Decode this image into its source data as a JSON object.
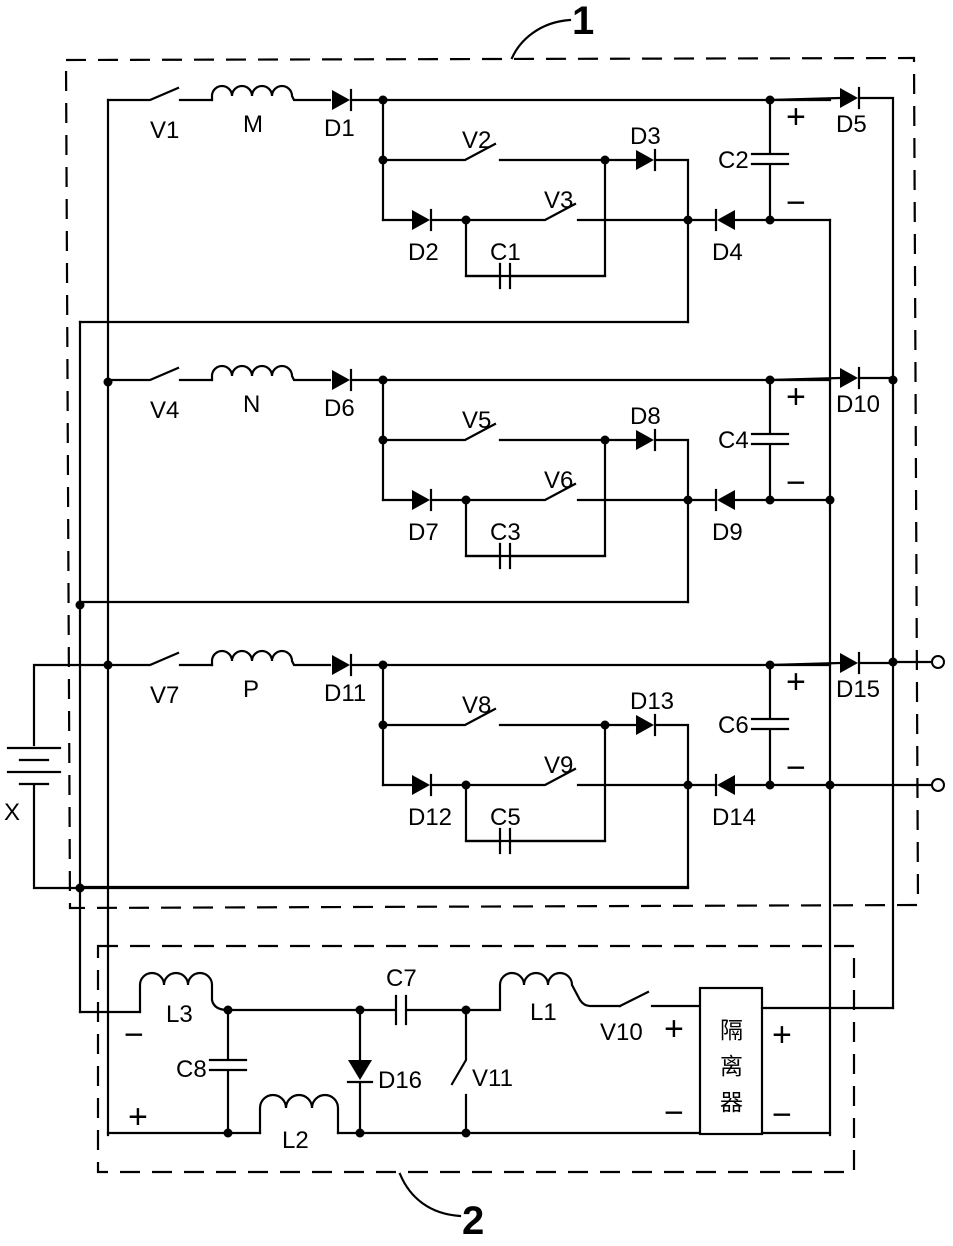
{
  "callouts": {
    "box1": "1",
    "box2": "2"
  },
  "battery": "X",
  "stages": [
    {
      "switch_in": "V1",
      "inductor": "M",
      "d_in": "D1",
      "sw_a": "V2",
      "d_a": "D3",
      "d_b": "D2",
      "sw_b": "V3",
      "c_small": "C1",
      "d_ret": "D4",
      "c_main": "C2",
      "d_out": "D5"
    },
    {
      "switch_in": "V4",
      "inductor": "N",
      "d_in": "D6",
      "sw_a": "V5",
      "d_a": "D8",
      "d_b": "D7",
      "sw_b": "V6",
      "c_small": "C3",
      "d_ret": "D9",
      "c_main": "C4",
      "d_out": "D10"
    },
    {
      "switch_in": "V7",
      "inductor": "P",
      "d_in": "D11",
      "sw_a": "V8",
      "d_a": "D13",
      "d_b": "D12",
      "sw_b": "V9",
      "c_small": "C5",
      "d_ret": "D14",
      "c_main": "C6",
      "d_out": "D15"
    }
  ],
  "polarity": {
    "plus": "+",
    "minus": "−"
  },
  "module2": {
    "L3": "L3",
    "C8": "C8",
    "L2": "L2",
    "C7": "C7",
    "D16": "D16",
    "L1": "L1",
    "V11": "V11",
    "V10": "V10",
    "isolator": [
      "隔",
      "离",
      "器"
    ]
  }
}
